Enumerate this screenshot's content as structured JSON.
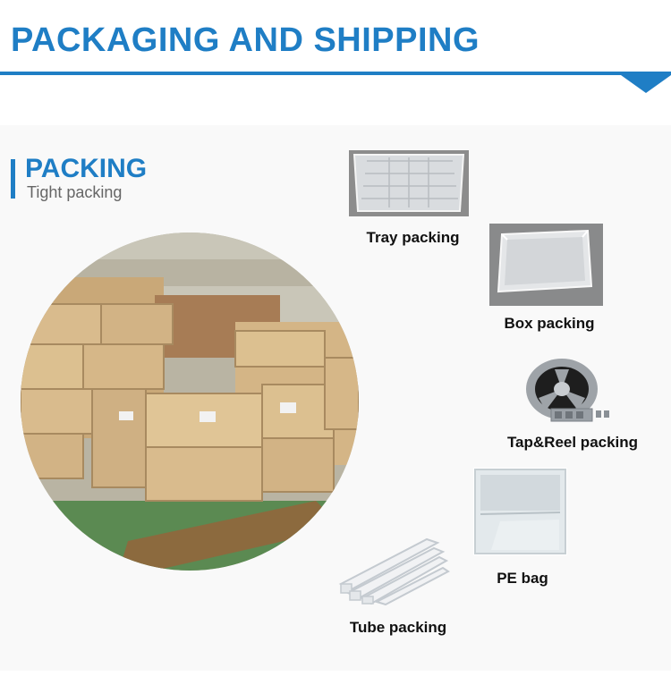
{
  "banner": {
    "title": "PACKAGING AND SHIPPING"
  },
  "section": {
    "title": "PACKING",
    "subtitle": "Tight packing"
  },
  "items": [
    {
      "label": "Tray packing"
    },
    {
      "label": "Box packing"
    },
    {
      "label": "Tap&Reel packing"
    },
    {
      "label": "PE bag"
    },
    {
      "label": "Tube packing"
    }
  ],
  "colors": {
    "accent": "#1f7ec5",
    "carton": "#d7b98c",
    "pallet": "#8c6a3e"
  }
}
